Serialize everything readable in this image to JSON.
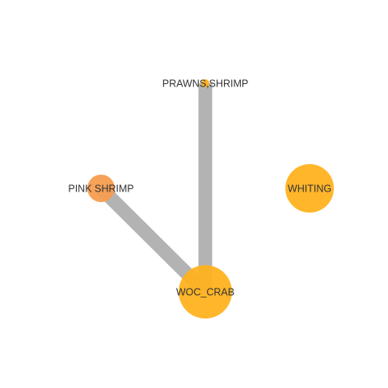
{
  "nodes": [
    {
      "id": "prawns",
      "label": "PRAWNS,SHRIMP",
      "color": "#FFB21F",
      "weight": 1
    },
    {
      "id": "pink",
      "label": "PINK SHRIMP",
      "color": "#F79D50",
      "weight": 2
    },
    {
      "id": "whiting",
      "label": "WHITING",
      "color": "#FFB21F",
      "weight": 6
    },
    {
      "id": "woc",
      "label": "WOC_CRAB",
      "color": "#FFB21F",
      "weight": 6
    }
  ],
  "edges": [
    {
      "source": "prawns",
      "target": "woc",
      "color": "#B3B3B3"
    },
    {
      "source": "pink",
      "target": "woc",
      "color": "#B3B3B3"
    }
  ]
}
